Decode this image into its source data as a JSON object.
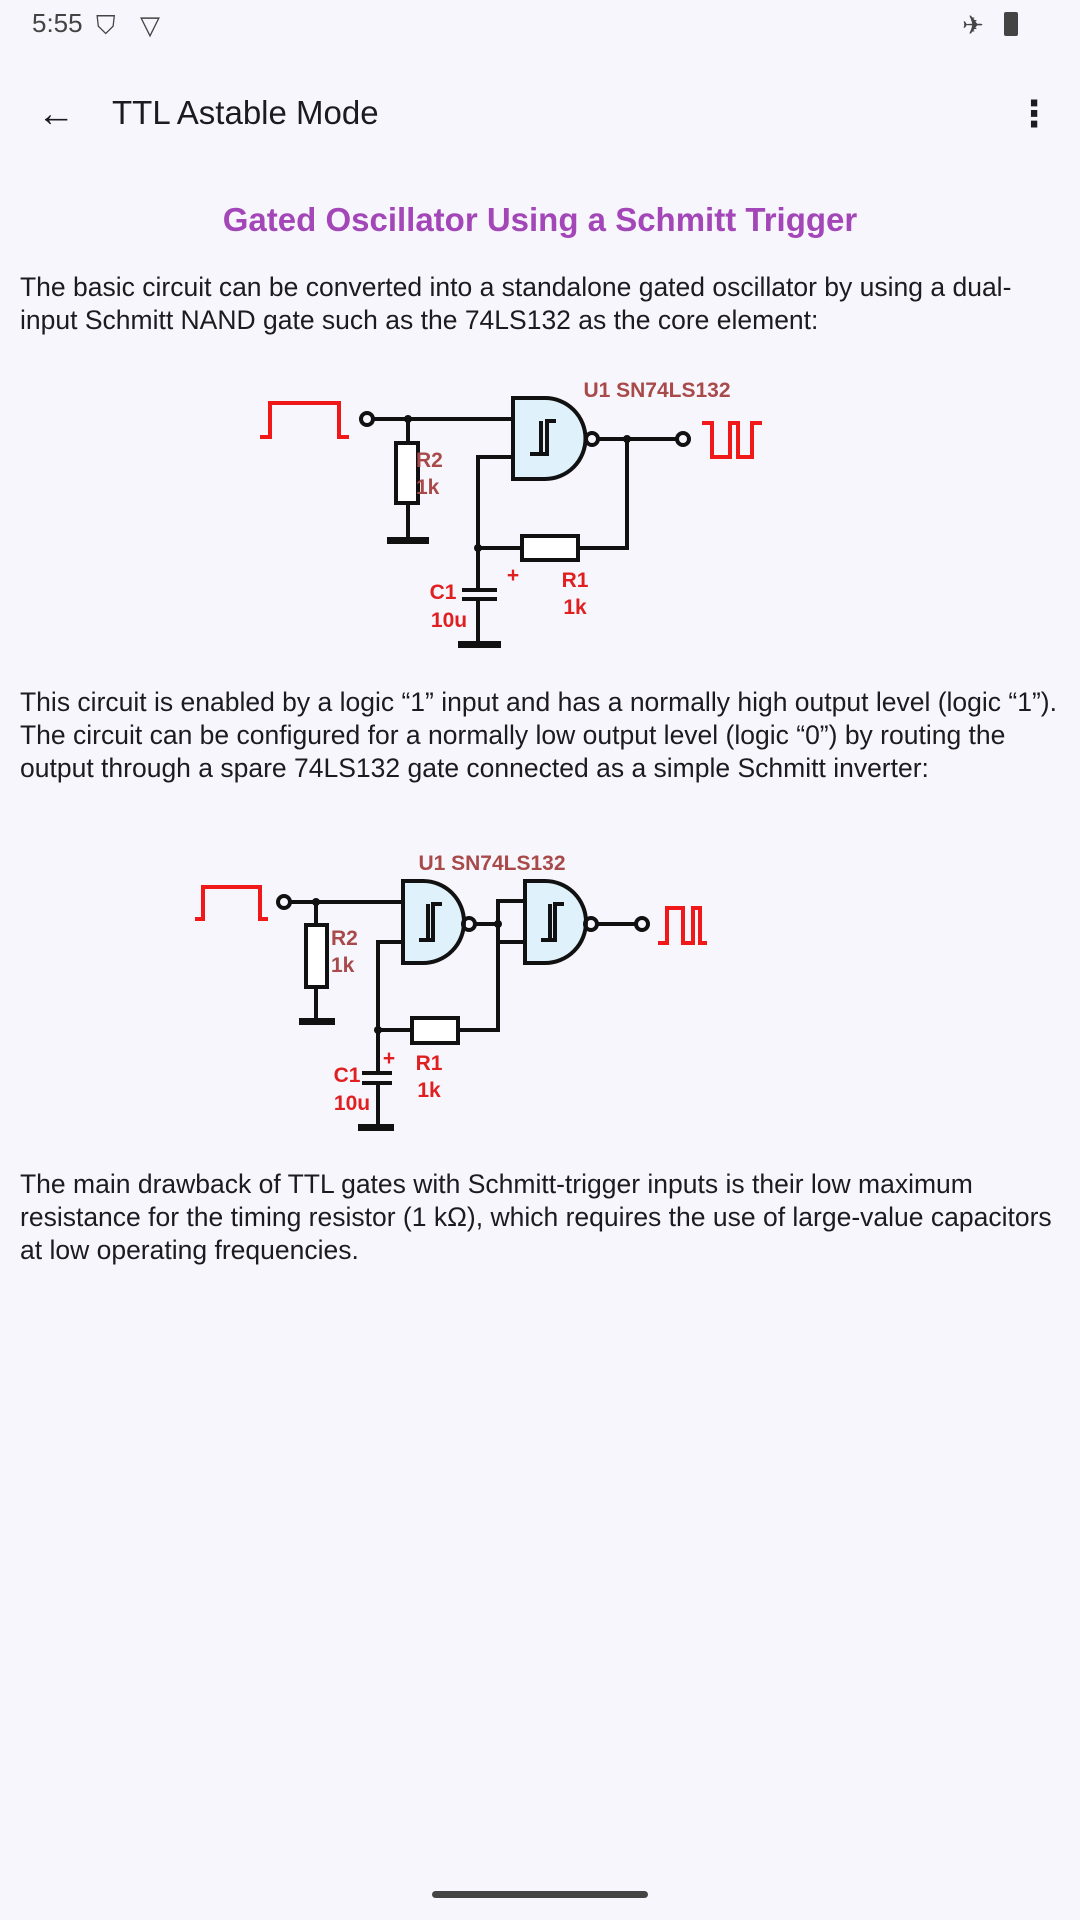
{
  "status_bar": {
    "time": "5:55",
    "icons": [
      "shield-icon",
      "vpn-icon",
      "airplane-icon",
      "battery-icon"
    ]
  },
  "app_bar": {
    "title": "TTL Astable Mode",
    "back_icon": "arrow-back-icon",
    "menu_icon": "more-vert-icon"
  },
  "content": {
    "heading": "Gated Oscillator Using a Schmitt Trigger",
    "paragraph1": "The basic circuit can be converted into a standalone gated oscillator by using a dual-input Schmitt NAND gate such as the 74LS132 as the core element:",
    "paragraph2": "This circuit is enabled by a logic “1” input and has a normally high output level (logic “1”). The circuit can be configured for a normally low output level (logic “0”) by routing the output through a spare 74LS132 gate connected as a simple Schmitt inverter:",
    "paragraph3": "The main drawback of TTL gates with Schmitt-trigger inputs is their low maximum resistance for the timing resistor (1 kΩ), which requires the use of large-value capacitors at low operating frequencies."
  },
  "diagram1": {
    "ic": "U1 SN74LS132",
    "r2": "R2",
    "r2_val": "1k",
    "r1": "R1",
    "r1_val": "1k",
    "c1": "C1",
    "c1_val": "10u",
    "plus": "+"
  },
  "diagram2": {
    "ic": "U1 SN74LS132",
    "r2": "R2",
    "r2_val": "1k",
    "r1": "R1",
    "r1_val": "1k",
    "c1": "C1",
    "c1_val": "10u",
    "plus": "+"
  },
  "colors": {
    "accent": "#a346b8",
    "wave": "#f01818",
    "label_red": "#e02020",
    "label_brown": "#a84a4a",
    "gate_fill": "#dff1fb"
  }
}
